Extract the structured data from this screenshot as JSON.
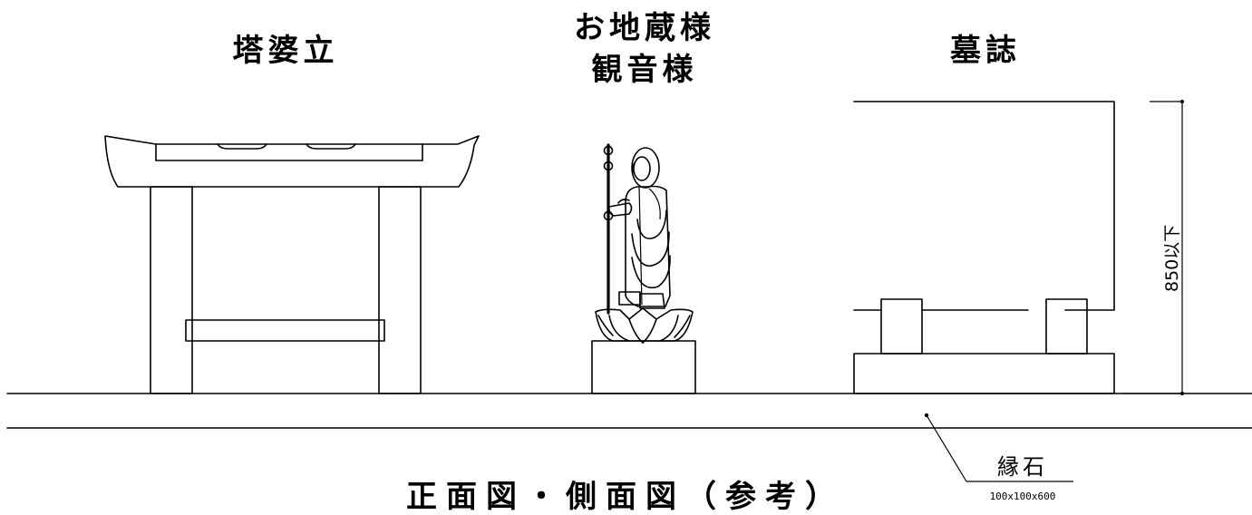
{
  "labels": {
    "toba": "塔婆立",
    "jizo_line1": "お地蔵様",
    "jizo_line2": "観音様",
    "boshi": "墓誌",
    "height_dim": "850以下",
    "curb_stone": "縁石",
    "curb_size": "100x100x600",
    "caption": "正面図・側面図（参考）"
  }
}
